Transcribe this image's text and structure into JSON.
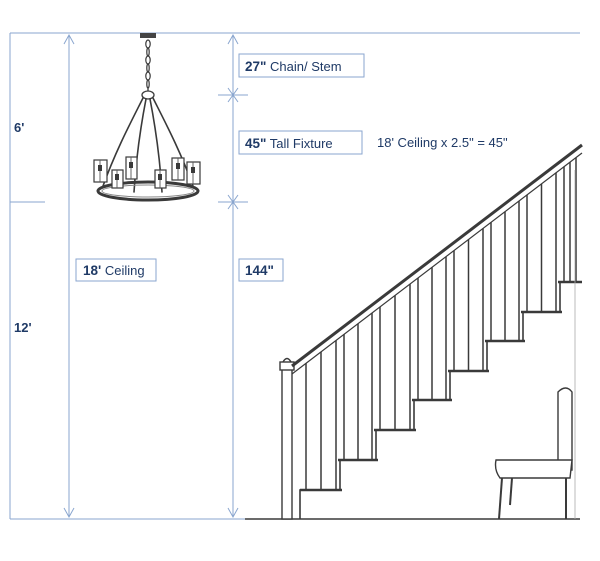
{
  "diagram": {
    "height_labels": {
      "upper": "6'",
      "lower": "12'"
    },
    "ceiling_label": {
      "bold": "18'",
      "text": " Ceiling"
    },
    "chain_label": {
      "bold": "27\"",
      "text": " Chain/ Stem"
    },
    "fixture_label": {
      "bold": "45\"",
      "text": " Tall Fixture"
    },
    "formula": "18' Ceiling x 2.5\" = 45\"",
    "clearance_label": {
      "bold": "144\""
    }
  },
  "colors": {
    "dimension_line": "#8aa6cf",
    "label_text": "#1f3a66",
    "sketch_ink": "#3a3a3a"
  },
  "icons": [
    "chandelier-illustration",
    "staircase-illustration",
    "chair-illustration"
  ]
}
